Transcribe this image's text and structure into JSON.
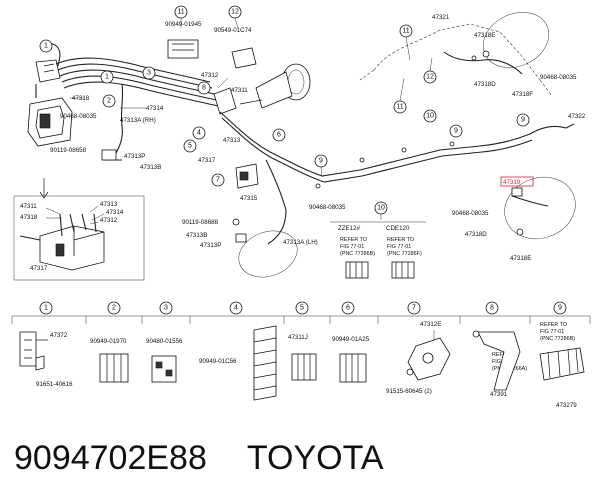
{
  "diagram": {
    "callouts": [
      {
        "id": "c1a",
        "num": "1"
      },
      {
        "id": "c1b",
        "num": "1"
      },
      {
        "id": "c2",
        "num": "2"
      },
      {
        "id": "c3",
        "num": "3"
      },
      {
        "id": "c4",
        "num": "4"
      },
      {
        "id": "c5",
        "num": "5"
      },
      {
        "id": "c6",
        "num": "6"
      },
      {
        "id": "c7",
        "num": "7"
      },
      {
        "id": "c8",
        "num": "8"
      },
      {
        "id": "c9",
        "num": "9"
      },
      {
        "id": "c10",
        "num": "10"
      },
      {
        "id": "c11",
        "num": "11"
      },
      {
        "id": "c11b",
        "num": "11"
      },
      {
        "id": "c12",
        "num": "12"
      },
      {
        "id": "c12b",
        "num": "12"
      },
      {
        "id": "c10b",
        "num": "10"
      },
      {
        "id": "c9b",
        "num": "9"
      }
    ],
    "labels": {
      "l47318a": "47318",
      "l90468a": "90468-08035",
      "l47313a_rh": "47313A (RH)",
      "l47314a": "47314",
      "l90119a": "90119-08658",
      "l47313p": "47313P",
      "l47313b": "47313B",
      "l47312a": "47312",
      "l47311a": "47311",
      "l47313": "47313",
      "l47317a": "47317",
      "l90949a": "90949-01945",
      "l90549a": "90549-01C74",
      "l47315": "47315",
      "l90468b": "90468-08035",
      "l90119b": "90119-08688",
      "l47313b2": "47313B",
      "l47313p2": "47313P",
      "l47313a_lh": "47313A (LH)",
      "l47321": "47321",
      "l47318e": "47318E",
      "l47318d": "47318D",
      "l47318f": "47318F",
      "l90468c": "90468-08035",
      "l47322": "47322",
      "l47319": "47319",
      "l90468d": "90468-08035",
      "l47318d2": "47318D",
      "l47318e2": "47318E",
      "zze": "ZZE12#",
      "cde": "CDE120",
      "ref1a": "REFER TO",
      "ref1b": "FIG 77-01",
      "ref1c": "(PNC 77286B)",
      "ref2a": "REFER TO",
      "ref2b": "FIG 77-01",
      "ref2c": "(PNC 77286F)",
      "i47311": "47311",
      "i47313": "47313",
      "i47314": "47314",
      "i47318": "47318",
      "i47312": "47312",
      "i47317": "47317"
    },
    "legend": [
      {
        "num": "1",
        "parts": [
          "47372",
          "91651-40616"
        ]
      },
      {
        "num": "2",
        "parts": [
          "90949-01970"
        ]
      },
      {
        "num": "3",
        "parts": [
          "90480-01556"
        ]
      },
      {
        "num": "4",
        "parts": [
          "90949-01C56"
        ]
      },
      {
        "num": "5",
        "parts": [
          "47311J"
        ]
      },
      {
        "num": "6",
        "parts": [
          "90949-01A25"
        ]
      },
      {
        "num": "7",
        "parts": [
          "47312E",
          "91515-60645 (2)"
        ]
      },
      {
        "num": "8",
        "parts": [
          "REFER TO",
          "FIG 47-02",
          "(PNC 47266A)",
          "47391"
        ]
      },
      {
        "num": "9",
        "parts": [
          "REFER TO",
          "FIG 77-01",
          "(PNC 77286B)"
        ]
      }
    ],
    "figure_code": "473279"
  },
  "caption": {
    "part_number": "9094702E88",
    "brand": "TOYOTA"
  }
}
